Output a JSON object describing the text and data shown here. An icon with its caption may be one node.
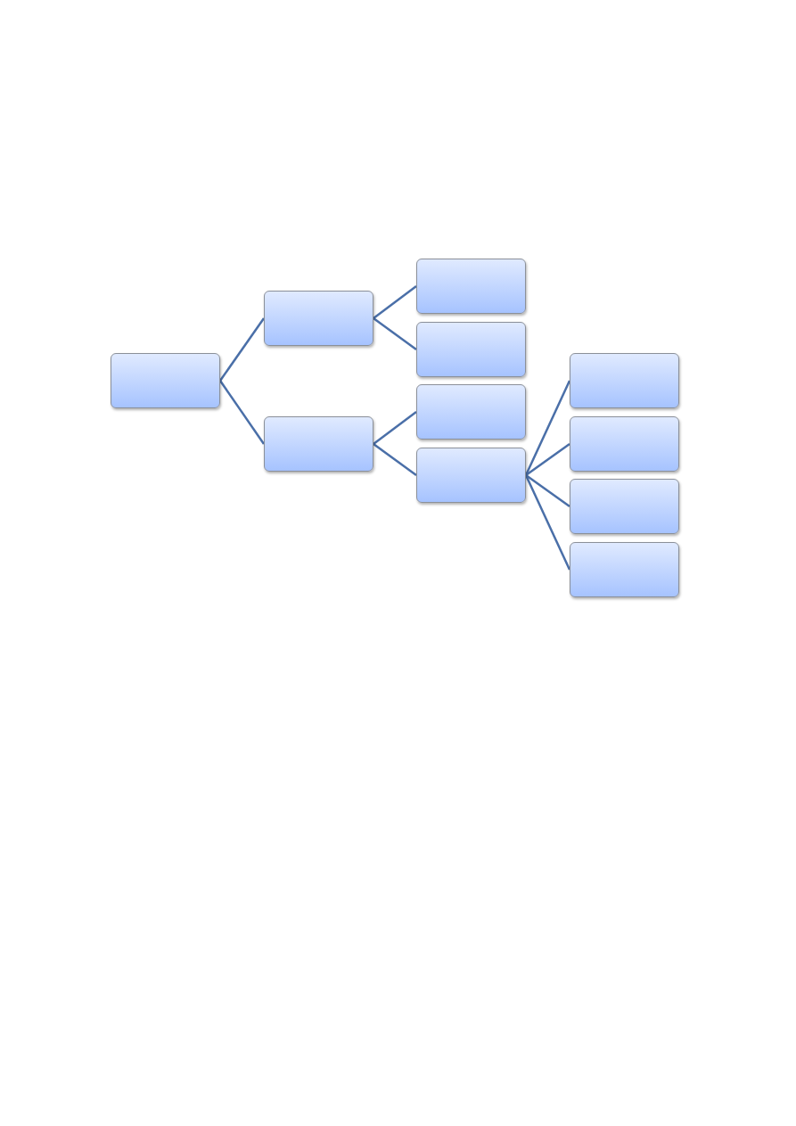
{
  "diagram": {
    "nodes": [
      {
        "text": [],
        "shape": "box"
      },
      {
        "text": [],
        "shape": "box"
      },
      {
        "text": [],
        "shape": "box"
      },
      {
        "text": [],
        "shape": "box"
      },
      {
        "text": [],
        "shape": "box"
      },
      {
        "text": [],
        "shape": "box"
      },
      {
        "text": [],
        "shape": "box"
      },
      {
        "text": [],
        "shape": "box"
      },
      {
        "text": [],
        "shape": "box"
      },
      {
        "text": [],
        "shape": "box"
      },
      {
        "text": [],
        "shape": "box"
      }
    ],
    "edges": [
      {
        "from": 0,
        "to": 1,
        "arrow": "none"
      },
      {
        "from": 0,
        "to": 2,
        "arrow": "none"
      },
      {
        "from": 1,
        "to": 3,
        "arrow": "none"
      },
      {
        "from": 1,
        "to": 4,
        "arrow": "none"
      },
      {
        "from": 2,
        "to": 5,
        "arrow": "none"
      },
      {
        "from": 2,
        "to": 6,
        "arrow": "none"
      },
      {
        "from": 6,
        "to": 7,
        "arrow": "none"
      },
      {
        "from": 6,
        "to": 8,
        "arrow": "none"
      },
      {
        "from": 6,
        "to": 9,
        "arrow": "none"
      },
      {
        "from": 6,
        "to": 10,
        "arrow": "none"
      }
    ]
  }
}
